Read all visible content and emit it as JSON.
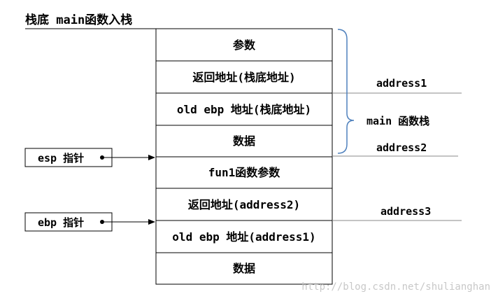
{
  "title": "栈底 main函数入栈",
  "stack_cells": [
    "参数",
    "返回地址(栈底地址)",
    "old ebp 地址(栈底地址)",
    "数据",
    "fun1函数参数",
    "返回地址(address2)",
    "old ebp 地址(address1)",
    "数据"
  ],
  "address_labels": {
    "address1": "address1",
    "address2": "address2",
    "address3": "address3"
  },
  "brace_label": "main 函数栈",
  "pointers": {
    "esp": "esp 指针",
    "ebp": "ebp 指针"
  },
  "watermark": "http://blog.csdn.net/shulianghan",
  "colors": {
    "line": "#000000",
    "brace": "#4f81bd",
    "guide": "#8a8a8a",
    "watermark": "#c8c8c8"
  }
}
